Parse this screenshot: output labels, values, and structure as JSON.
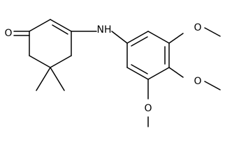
{
  "structure": {
    "atoms": {
      "carbonyl_oxygen": "O",
      "amine_nitrogen": "NH",
      "methoxy_top": "O",
      "methoxy_para": "O",
      "methoxy_bottom": "O"
    }
  }
}
